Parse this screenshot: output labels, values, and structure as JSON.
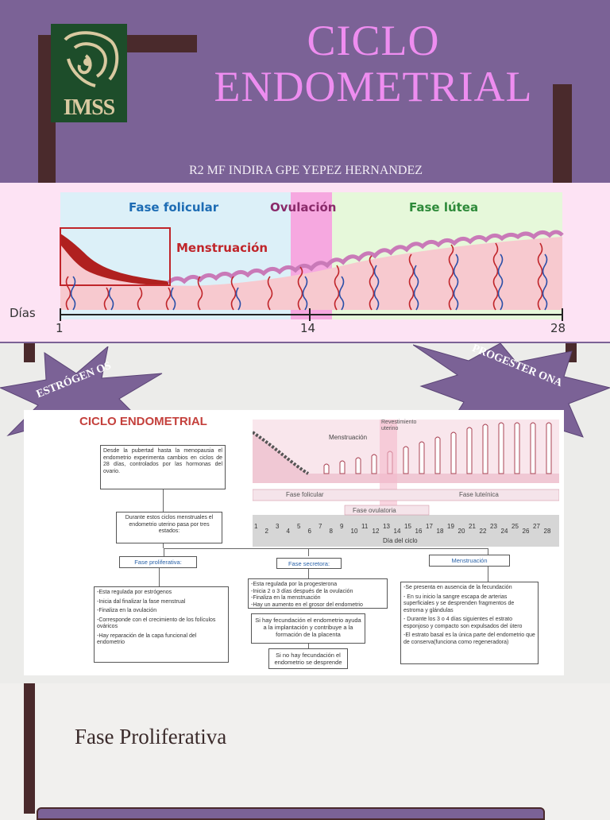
{
  "slide1": {
    "title_line1": "CICLO",
    "title_line2": "ENDOMETRIAL",
    "author": "R2 MF INDIRA GPE YEPEZ HERNANDEZ",
    "logo_text": "IMSS",
    "cycle": {
      "phase_follicular": "Fase folicular",
      "phase_ovulation": "Ovulación",
      "phase_luteal": "Fase lútea",
      "menstruation": "Menstruación",
      "days_label": "Días",
      "day_start": "1",
      "day_mid": "14",
      "day_end": "28"
    }
  },
  "slide2": {
    "star_left": "ESTRÓGEN OS",
    "star_right": "PROGESTER ONA",
    "diagram": {
      "title": "CICLO ENDOMETRIAL",
      "intro_box": "Desde la pubertad hasta la menopausia el endometrio experimenta cambios en ciclos de 28 días, controlados por las hormonas del ovario.",
      "states_box": "Durante estos ciclos menstruales el endometrio uterino pasa por tres estados:",
      "chart_menstruacion": "Menstruación",
      "chart_revestimiento": "Revestimiento uterino",
      "chart_folicular": "Fase folicular",
      "chart_luteinica": "Fase luteínica",
      "chart_ovulatoria": "Fase ovulatoria",
      "chart_axis": "Día del ciclo",
      "days_top": [
        "1",
        "2",
        "3",
        "4",
        "5",
        "6",
        "7",
        "8",
        "9",
        "10",
        "11",
        "12",
        "13",
        "14",
        "15",
        "16",
        "17",
        "18",
        "19",
        "20",
        "21",
        "22",
        "23",
        "24",
        "25",
        "26",
        "27",
        "28"
      ],
      "phase1_head": "Fase proliferativa:",
      "phase2_head": "Fase secretora:",
      "phase3_head": "Menstruación",
      "phase1_items": [
        "-Esta regulada por estrógenos",
        "-Inicia dal finalizar la fase menstrual",
        "-Finaliza en la ovulación",
        "-Corresponde con el crecimiento de los folículos ováricos",
        "-Hay reparación de la capa funcional del endometrio"
      ],
      "phase2_items": [
        "-Esta regulada por la progesterona",
        "-Inicia 2 o 3 días después de la ovulación",
        "-Finaliza en la menstruación",
        "-Hay un aumento en el grosor del endometrio"
      ],
      "phase2_yes": "Si hay fecundación el endometrio ayuda a la implantación y contribuye a la formación de la placenta",
      "phase2_no": "Si no hay fecundación el endometrio se desprende",
      "phase3_items": [
        "-Se presenta en ausencia de la fecundación",
        "- En su inicio la sangre escapa de arterias superficiales y se desprenden fragmentos de estroma y glándulas",
        "- Durante los 3 o 4 días siguientes el estrato esponjoso y compacto son expulsados del útero",
        "-El estrato basal es la única parte del endometrio que de conserva(funciona como regeneradora)"
      ]
    }
  },
  "slide3": {
    "heading": "Fase Proliferativa"
  },
  "colors": {
    "purple_bg": "#7b6296",
    "title_pink": "#ee8df0",
    "dark_bar": "#4a2a2c",
    "imss_green": "#1d4d2a",
    "menstruation_red": "#c0252a"
  }
}
